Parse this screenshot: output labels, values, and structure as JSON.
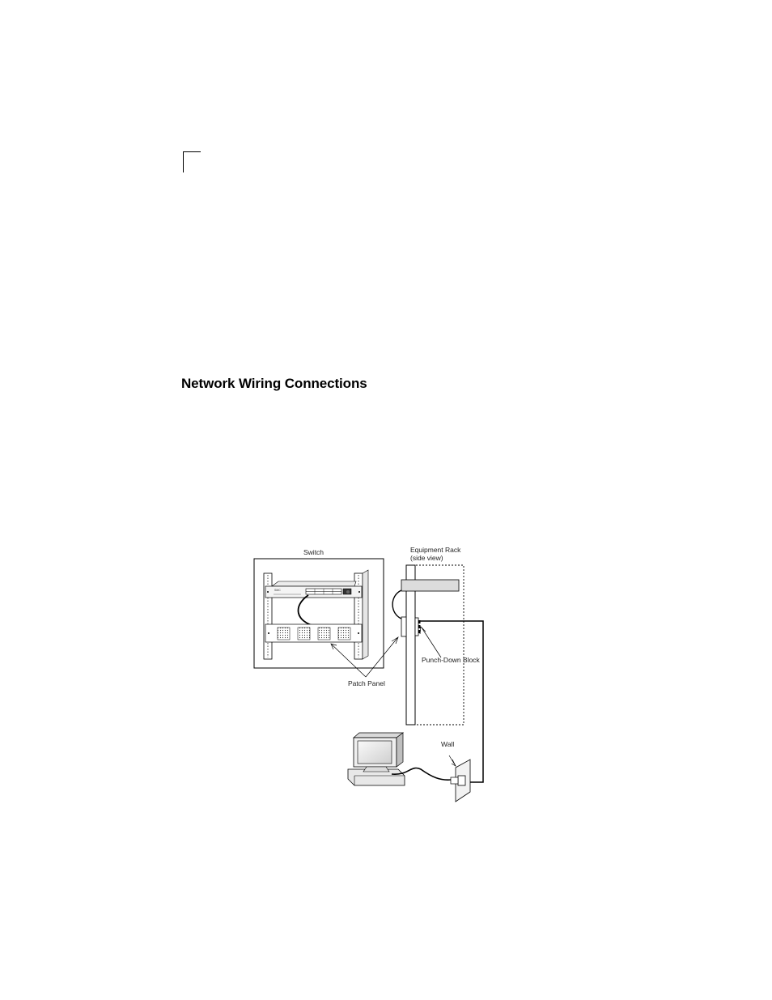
{
  "section": {
    "heading": "Network Wiring Connections"
  },
  "figure": {
    "labels": {
      "switch": "Switch",
      "equipment_rack_line1": "Equipment Rack",
      "equipment_rack_line2": "(side view)",
      "punch_down_block": "Punch-Down Block",
      "patch_panel": "Patch Panel",
      "wall": "Wall"
    }
  }
}
